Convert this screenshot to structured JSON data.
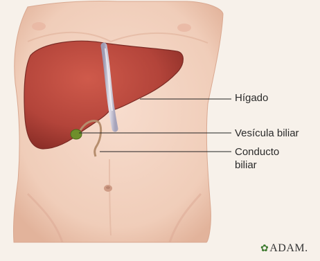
{
  "labels": {
    "liver": "Hígado",
    "gallbladder": "Vesícula biliar",
    "duct_line1": "Conducto",
    "duct_line2": "biliar"
  },
  "logo": {
    "mark": "✿",
    "text": "ADAM."
  },
  "colors": {
    "skin": "#f3d3c1",
    "skin_shadow": "#e6b9a3",
    "liver": "#b8453a",
    "liver_dark": "#8f2f28",
    "gallbladder": "#6f8f2a",
    "duct": "#b38a6a",
    "ligament": "#c9c6d4"
  }
}
